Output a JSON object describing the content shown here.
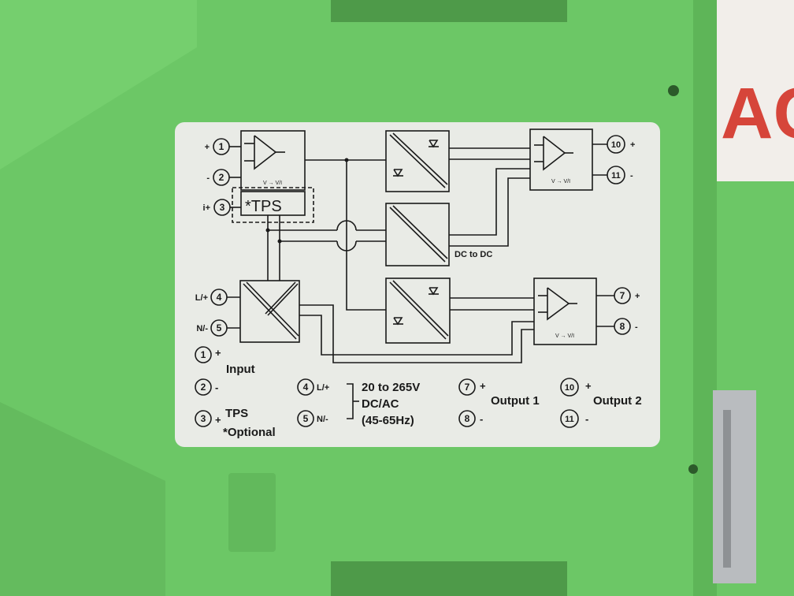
{
  "colors": {
    "housing": "#6cc766",
    "label": "#e9ebe6",
    "ink": "#1a1a1a",
    "background_sign": "#d6453a",
    "rail": "#b9bcbf"
  },
  "background_sign_text": "AC",
  "diagram": {
    "terminals": {
      "t1": {
        "num": "1",
        "sign": "+"
      },
      "t2": {
        "num": "2",
        "sign": "-"
      },
      "t3": {
        "num": "3",
        "sign": "i+"
      },
      "t4": {
        "num": "4",
        "sign": "L/+"
      },
      "t5": {
        "num": "5",
        "sign": "N/-"
      },
      "t10": {
        "num": "10",
        "sign": "+"
      },
      "t11": {
        "num": "11",
        "sign": "-"
      },
      "t7": {
        "num": "7",
        "sign": "+"
      },
      "t8": {
        "num": "8",
        "sign": "-"
      }
    },
    "amp_label": "V → V/I",
    "tps_label": "*TPS",
    "dc_to_dc_label": "DC to DC"
  },
  "legend": {
    "input": {
      "t1": "1",
      "t1_sign": "+",
      "t2": "2",
      "t2_sign": "-",
      "label": "Input"
    },
    "tps": {
      "t3": "3",
      "sign": "+",
      "label": "TPS",
      "note": "*Optional"
    },
    "power": {
      "t4": "4",
      "t4_label": "L/+",
      "t5": "5",
      "t5_label": "N/-",
      "line1": "20 to 265V",
      "line2": "DC/AC",
      "line3": "(45-65Hz)"
    },
    "output1": {
      "t7": "7",
      "t7_sign": "+",
      "t8": "8",
      "t8_sign": "-",
      "label": "Output 1"
    },
    "output2": {
      "t10": "10",
      "t10_sign": "+",
      "t11": "11",
      "t11_sign": "-",
      "label": "Output 2"
    }
  }
}
